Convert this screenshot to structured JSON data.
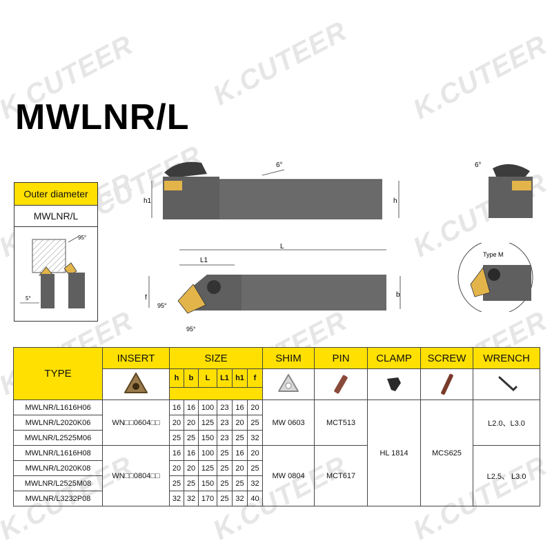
{
  "brand": {
    "watermark": "K.CUTEER"
  },
  "title": "MWLNR/L",
  "outer_diameter": {
    "header": "Outer diameter",
    "model": "MWLNR/L",
    "angle": "95°",
    "angle2": "5°"
  },
  "drawing": {
    "side_angle": "6°",
    "end_angle": "6°",
    "h1": "h1",
    "h": "h",
    "L": "L",
    "L1": "L1",
    "f": "f",
    "b": "b",
    "angle_a": "95°",
    "angle_b": "95°",
    "type_m": "Type M"
  },
  "table": {
    "headers": {
      "type": "TYPE",
      "insert": "INSERT",
      "size": "SIZE",
      "shim": "SHIM",
      "pin": "PIN",
      "clamp": "CLAMP",
      "screw": "SCREW",
      "wrench": "WRENCH"
    },
    "size_cols": [
      "h",
      "b",
      "L",
      "L1",
      "h1",
      "f"
    ],
    "rows": [
      {
        "type": "MWLNR/L1616H06",
        "size": [
          "16",
          "16",
          "100",
          "23",
          "16",
          "20"
        ]
      },
      {
        "type": "MWLNR/L2020K06",
        "size": [
          "20",
          "20",
          "125",
          "23",
          "20",
          "25"
        ]
      },
      {
        "type": "MWLNR/L2525M06",
        "size": [
          "25",
          "25",
          "150",
          "23",
          "25",
          "32"
        ]
      },
      {
        "type": "MWLNR/L1616H08",
        "size": [
          "16",
          "16",
          "100",
          "25",
          "16",
          "20"
        ]
      },
      {
        "type": "MWLNR/L2020K08",
        "size": [
          "20",
          "20",
          "125",
          "25",
          "20",
          "25"
        ]
      },
      {
        "type": "MWLNR/L2525M08",
        "size": [
          "25",
          "25",
          "150",
          "25",
          "25",
          "32"
        ]
      },
      {
        "type": "MWLNR/L3232P08",
        "size": [
          "32",
          "32",
          "170",
          "25",
          "32",
          "40"
        ]
      }
    ],
    "groups": [
      {
        "insert": "WN□□0604□□",
        "shim": "MW 0603",
        "pin": "MCT513",
        "wrench": "L2.0、L3.0"
      },
      {
        "insert": "WN□□0804□□",
        "shim": "MW 0804",
        "pin": "MCT617",
        "wrench": "L2.5、 L3.0"
      }
    ],
    "clamp": "HL 1814",
    "screw": "MCS625"
  },
  "colors": {
    "accent": "#ffe000",
    "tool": "#5f5f5f",
    "insert": "#e2b44a"
  }
}
